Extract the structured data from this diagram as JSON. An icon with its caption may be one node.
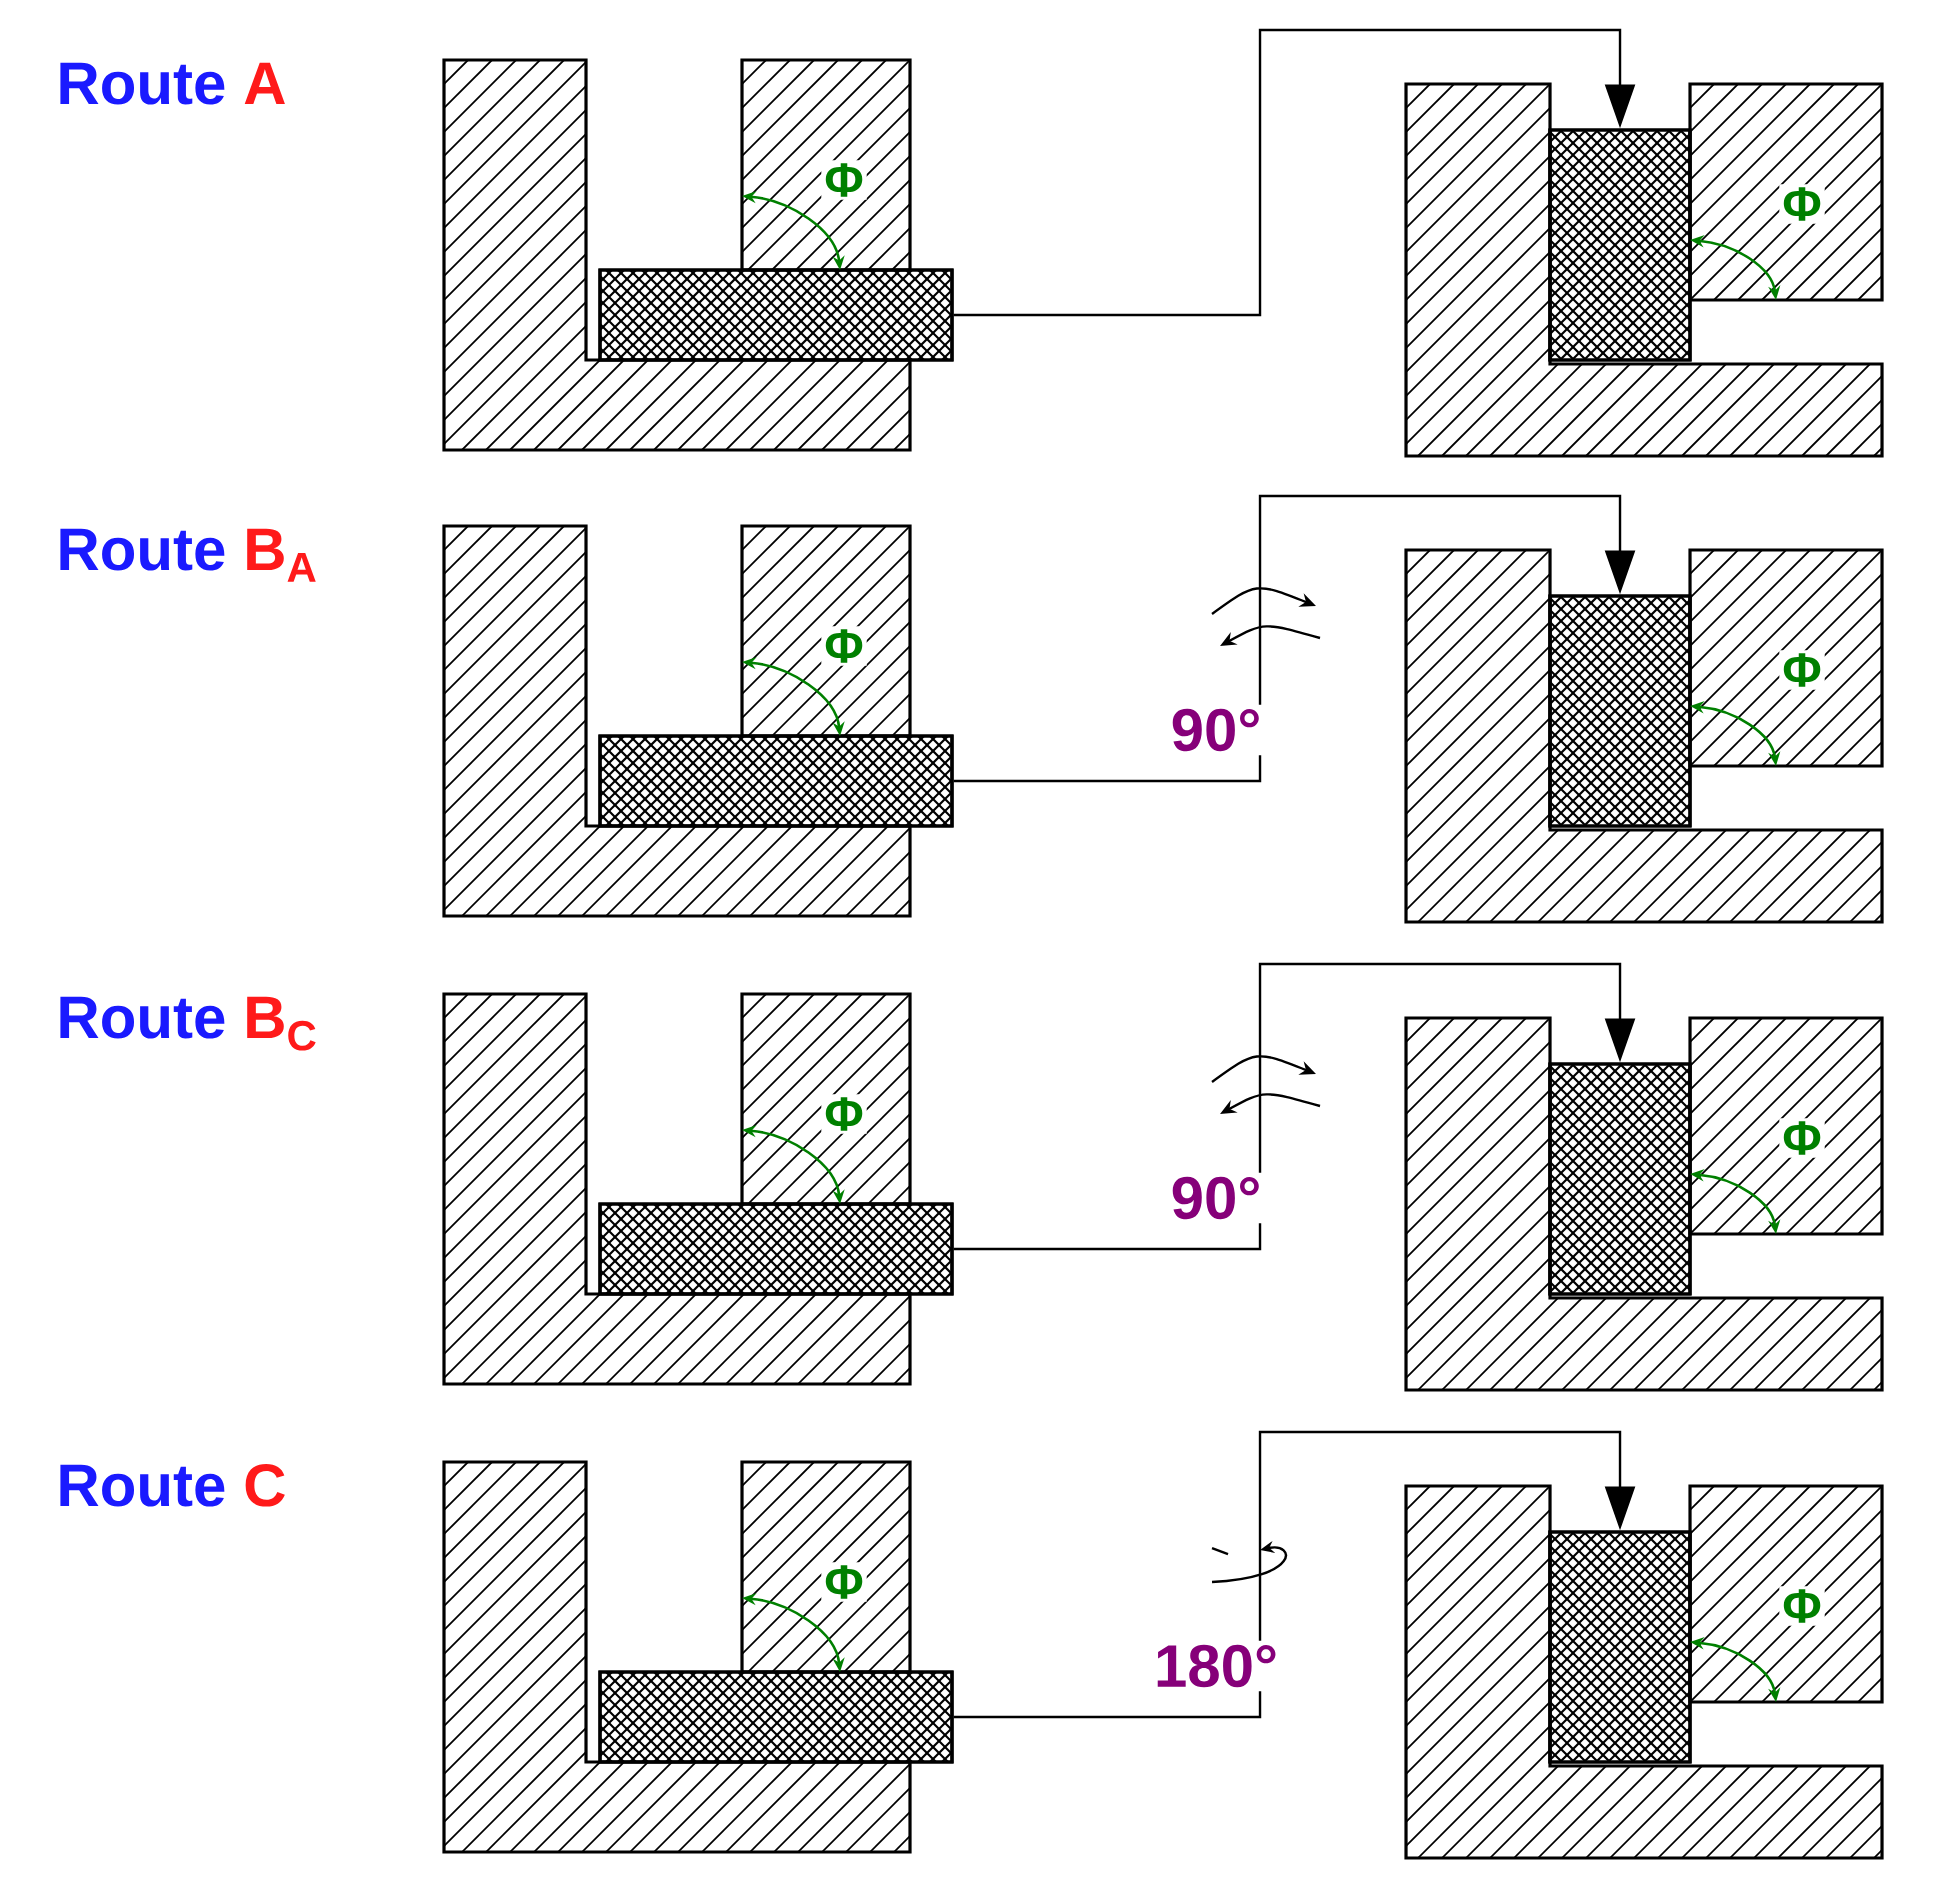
{
  "diagram": {
    "nodes": [
      {
        "text": [],
        "shape": "bar"
      },
      {
        "text": [],
        "shape": "bar"
      },
      {
        "text": [],
        "shape": "bar"
      },
      {
        "text": [],
        "shape": "bar"
      },
      {
        "text": [],
        "shape": "bar"
      },
      {
        "text": [],
        "shape": "bar"
      },
      {
        "text": [],
        "shape": "bar"
      },
      {
        "text": [],
        "shape": "bar"
      }
    ],
    "edges": [
      {
        "from": 0,
        "to": 1,
        "arrow": "to"
      },
      {
        "from": 2,
        "to": 3,
        "arrow": "to",
        "label": "90°"
      },
      {
        "from": 4,
        "to": 5,
        "arrow": "to",
        "label": "90°"
      },
      {
        "from": 6,
        "to": 7,
        "arrow": "to",
        "label": "180°"
      }
    ],
    "labels": [
      "Route",
      "A",
      "Φ",
      "Φ",
      "Route",
      "B$_{A}$",
      "Φ",
      "Φ",
      "Route",
      "B$_{C}$",
      "Φ",
      "Φ",
      "Route",
      "C",
      "Φ",
      "Φ"
    ]
  }
}
